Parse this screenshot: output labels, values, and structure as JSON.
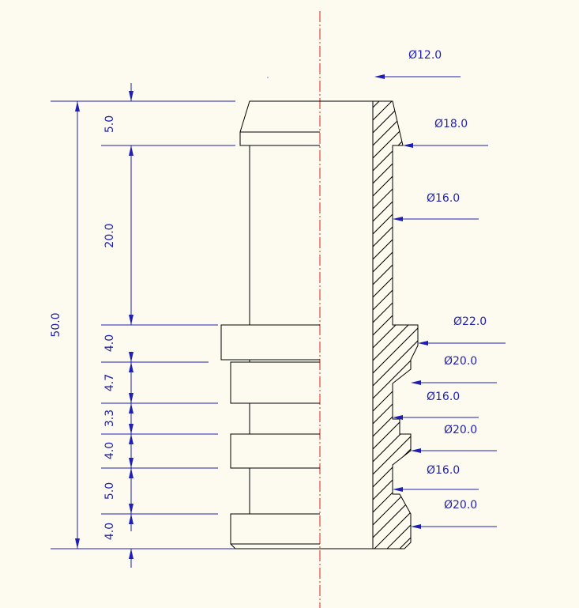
{
  "drawing": {
    "colors": {
      "background": "#fdfbef",
      "dimension": "#1f1fb4",
      "outline": "#000000",
      "centerline": "#e0201e"
    },
    "diameters": {
      "d1": "Ø12.0",
      "d2": "Ø18.0",
      "d3": "Ø16.0",
      "d4": "Ø22.0",
      "d5": "Ø20.0",
      "d6": "Ø16.0",
      "d7": "Ø20.0",
      "d8": "Ø16.0",
      "d9": "Ø20.0"
    },
    "lengths": {
      "total": "50.0",
      "l1": "5.0",
      "l2": "20.0",
      "l3": "4.0",
      "l4": "4.7",
      "l5": "3.3",
      "l6": "4.0",
      "l7": "5.0",
      "l8": "4.0"
    }
  }
}
